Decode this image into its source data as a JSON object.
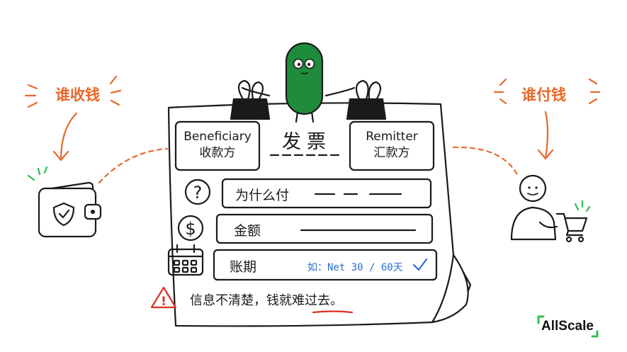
{
  "left_party": {
    "label": "谁收钱"
  },
  "right_party": {
    "label": "谁付钱"
  },
  "invoice": {
    "title": "发票",
    "beneficiary": {
      "en": "Beneficiary",
      "zh": "收款方"
    },
    "remitter": {
      "en": "Remitter",
      "zh": "汇款方"
    },
    "rows": [
      {
        "label": "为什么付",
        "icon": "question-icon"
      },
      {
        "label": "金额",
        "icon": "dollar-icon"
      },
      {
        "label": "账期",
        "icon": "calendar-icon",
        "hint": "如：Net 30 / 60天"
      }
    ],
    "warning": {
      "text_before": "信息不清楚，钱就",
      "text_underlined": "难过",
      "text_after": "去。"
    }
  },
  "brand": {
    "name": "AllScale"
  },
  "colors": {
    "accent_orange": "#e8682a",
    "bean_green": "#1e8c3a",
    "hint_blue": "#2a6fd6",
    "warning_red": "#d93025",
    "logo_green": "#2fbf4f"
  }
}
